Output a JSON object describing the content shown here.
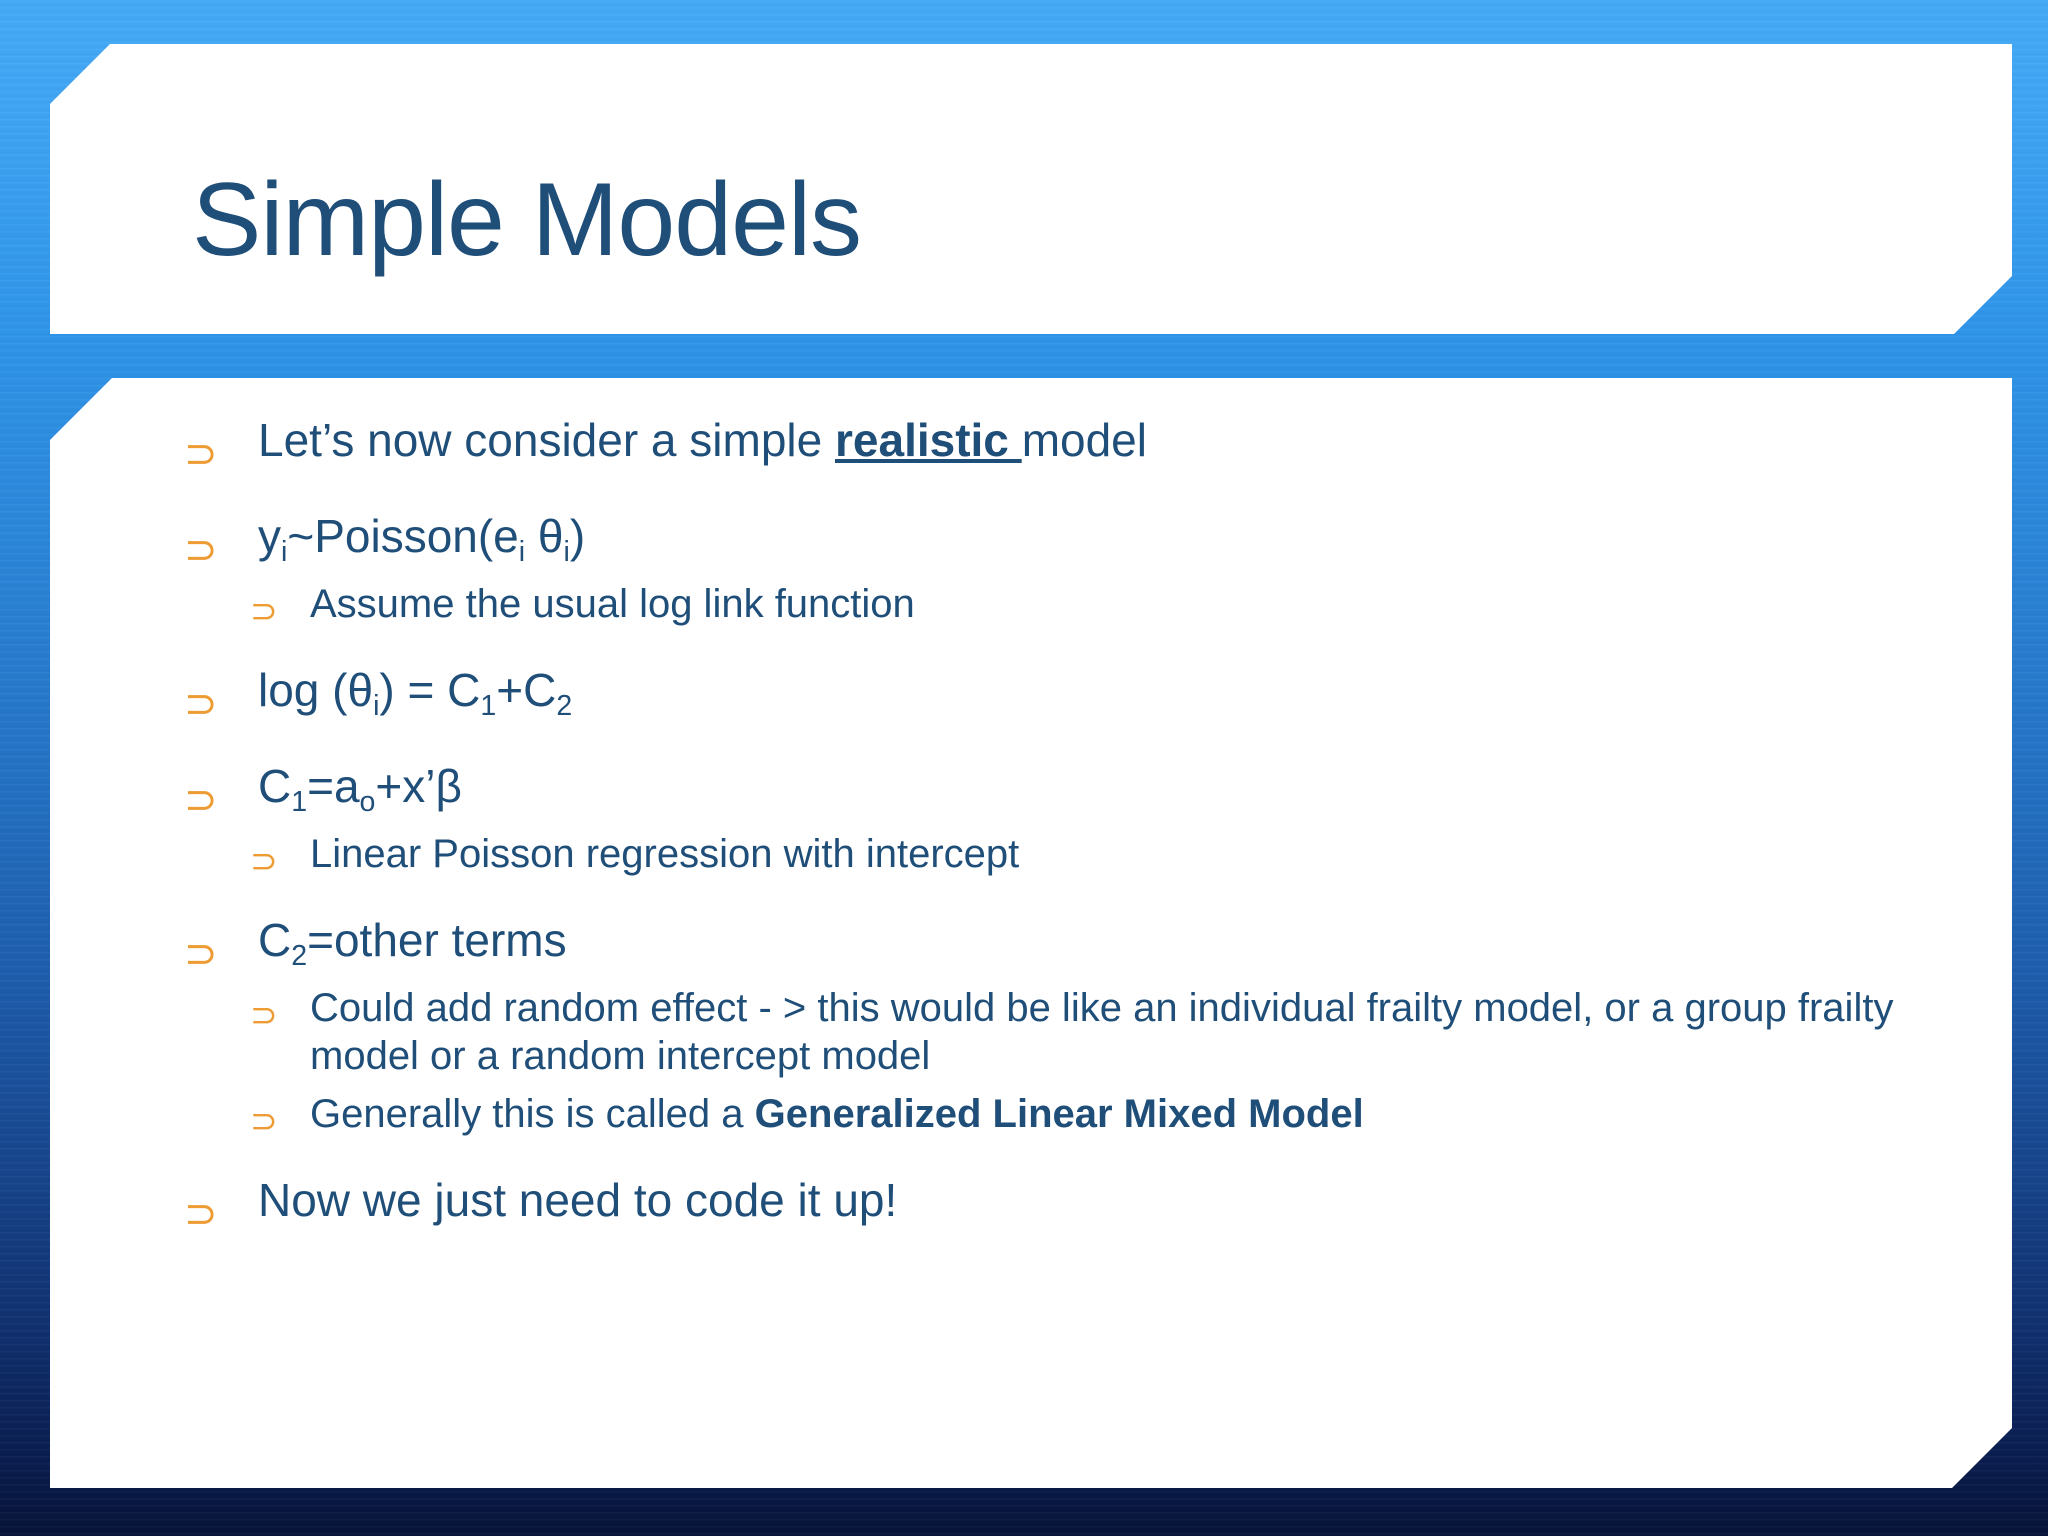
{
  "slide": {
    "title": "Simple Models",
    "bullet_marker_glyph": "⊃",
    "colors": {
      "title_text": "#1f4e79",
      "body_text": "#1f4e79",
      "bullet_marker": "#ed9b33",
      "card_background": "#ffffff",
      "background_top": "#45aaf6",
      "background_bottom": "#071338"
    }
  },
  "content": {
    "items": [
      {
        "level": 1,
        "id": "intro",
        "text_plain": "Let’s now consider a simple realistic model",
        "segments": [
          {
            "text": "Let’s now consider a simple ",
            "style": "normal"
          },
          {
            "text": "realistic ",
            "style": "bold-underline"
          },
          {
            "text": "model",
            "style": "normal"
          }
        ]
      },
      {
        "level": 1,
        "id": "poisson",
        "text_plain": "yi~Poisson(ei θi)",
        "segments": [
          {
            "text": "y",
            "style": "normal"
          },
          {
            "text": "i",
            "style": "subscript"
          },
          {
            "text": "~Poisson(e",
            "style": "normal"
          },
          {
            "text": "i",
            "style": "subscript"
          },
          {
            "text": " θ",
            "style": "normal"
          },
          {
            "text": "i",
            "style": "subscript"
          },
          {
            "text": ")",
            "style": "normal"
          }
        ]
      },
      {
        "level": 2,
        "id": "log-link",
        "text_plain": "Assume the usual log link function",
        "segments": [
          {
            "text": "Assume the usual log link function",
            "style": "normal"
          }
        ]
      },
      {
        "level": 1,
        "id": "log-theta",
        "text_plain": "log (θi) = C1+C2",
        "segments": [
          {
            "text": "log (θ",
            "style": "normal"
          },
          {
            "text": "i",
            "style": "subscript"
          },
          {
            "text": ") = C",
            "style": "normal"
          },
          {
            "text": "1",
            "style": "subscript"
          },
          {
            "text": "+C",
            "style": "normal"
          },
          {
            "text": "2",
            "style": "subscript"
          }
        ]
      },
      {
        "level": 1,
        "id": "c1-def",
        "text_plain": "C1=ao+x’β",
        "segments": [
          {
            "text": "C",
            "style": "normal"
          },
          {
            "text": "1",
            "style": "subscript"
          },
          {
            "text": "=a",
            "style": "normal"
          },
          {
            "text": "o",
            "style": "subscript"
          },
          {
            "text": "+x’β",
            "style": "normal"
          }
        ]
      },
      {
        "level": 2,
        "id": "linear-poisson",
        "text_plain": "Linear Poisson regression with intercept",
        "segments": [
          {
            "text": "Linear Poisson regression with intercept",
            "style": "normal"
          }
        ]
      },
      {
        "level": 1,
        "id": "c2-def",
        "text_plain": "C2=other terms",
        "segments": [
          {
            "text": "C",
            "style": "normal"
          },
          {
            "text": "2",
            "style": "subscript"
          },
          {
            "text": "=other terms",
            "style": "normal"
          }
        ]
      },
      {
        "level": 2,
        "id": "random-effect",
        "text_plain": "Could add random effect - > this would be like an individual frailty model, or a group frailty model or a random intercept model",
        "segments": [
          {
            "text": "Could add random effect - > this would be like an individual frailty model, or a group frailty model or a random intercept model",
            "style": "normal"
          }
        ]
      },
      {
        "level": 2,
        "id": "glmm",
        "text_plain": "Generally this is called a Generalized Linear Mixed Model",
        "segments": [
          {
            "text": "Generally this is called a ",
            "style": "normal"
          },
          {
            "text": "Generalized Linear Mixed Model",
            "style": "bold"
          }
        ]
      },
      {
        "level": 1,
        "id": "code-it-up",
        "text_plain": "Now we just need to code it up!",
        "segments": [
          {
            "text": "Now we just need to code it up!",
            "style": "normal"
          }
        ]
      }
    ]
  }
}
